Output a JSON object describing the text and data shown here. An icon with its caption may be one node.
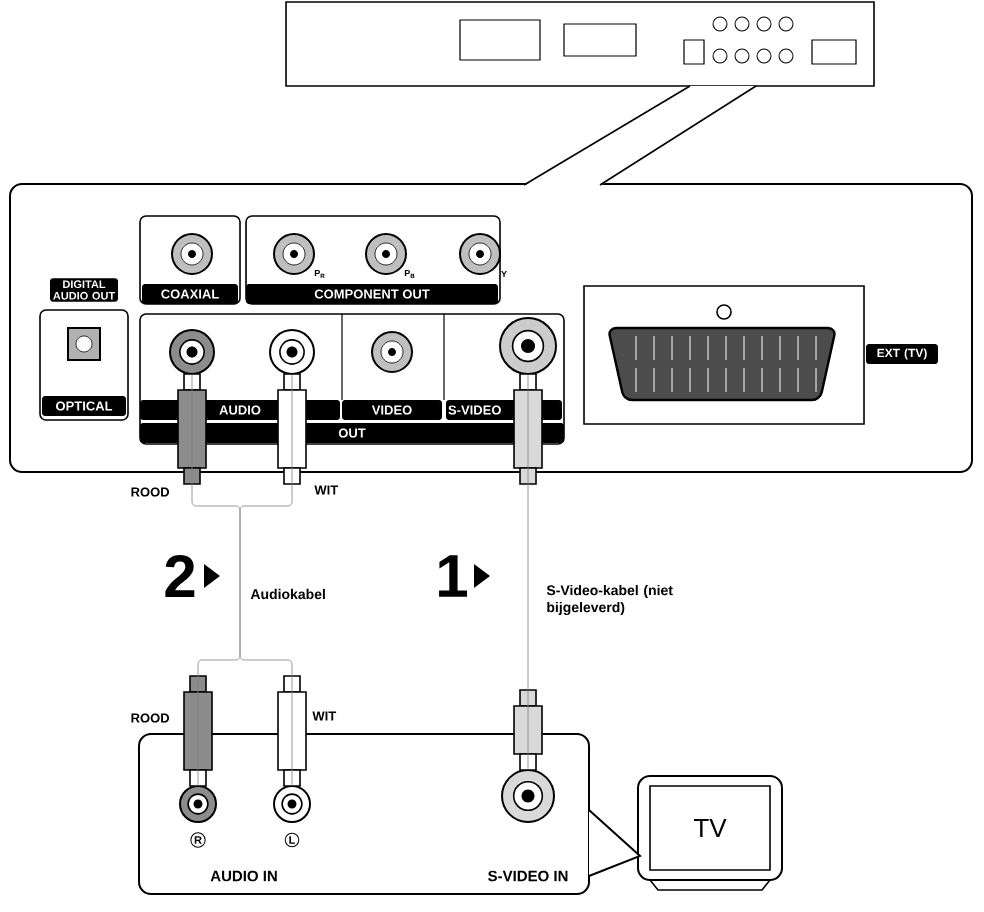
{
  "diagram": {
    "nodes": [
      {
        "text": [],
        "shape": "box"
      },
      {
        "text": [],
        "shape": "box"
      },
      {
        "text": [],
        "shape": "circle",
        "in": 1
      },
      {
        "text": [],
        "shape": "circle",
        "in": 1
      },
      {
        "text": [],
        "shape": "circle",
        "in": 1
      },
      {
        "text": [],
        "shape": "box"
      },
      {
        "text": [],
        "shape": "circle",
        "in": 5
      },
      {
        "text": [],
        "shape": "circle",
        "in": 5
      },
      {
        "text": [],
        "shape": "circle",
        "in": 5
      },
      {
        "text": [
          "TV"
        ]
      }
    ],
    "edges": [
      {
        "from": 2,
        "to": 6,
        "arrow": "none",
        "label": "Audiokabel"
      },
      {
        "from": 3,
        "to": 7,
        "arrow": "none"
      },
      {
        "from": 4,
        "to": 8,
        "arrow": "none",
        "label": "S-Video-kabel (niet bijgeleverd)"
      }
    ],
    "labels": [
      "DIGITAL AUDIO OUT",
      "COAXIAL",
      "COMPONENT OUT",
      "P$_{R}$",
      "P$_{B}$",
      "Y",
      "OPTICAL",
      "AUDIO",
      "VIDEO",
      "S-VIDEO",
      "OUT",
      "EXT (TV)",
      "ROOD",
      "WIT",
      "2",
      "1",
      "ROOD",
      "WIT",
      "R",
      "L",
      "AUDIO IN",
      "S-VIDEO IN"
    ]
  }
}
